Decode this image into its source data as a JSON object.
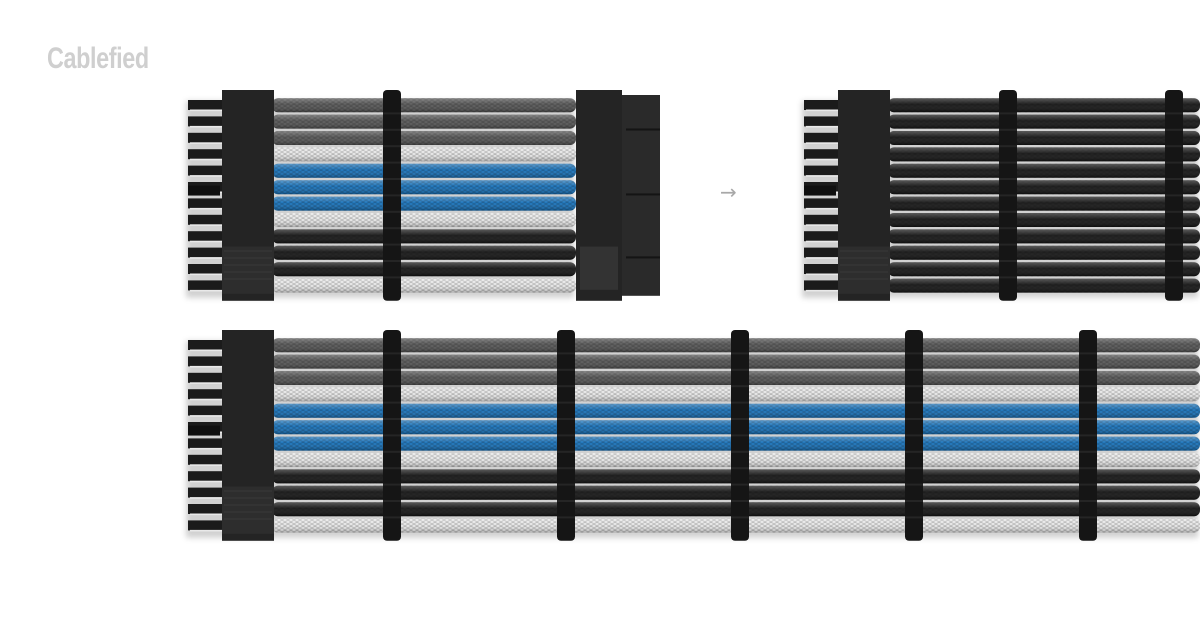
{
  "brand": {
    "logo_text": "Cablefied"
  },
  "separator": {
    "arrow_glyph": "→"
  },
  "colors": {
    "background": "#ffffff",
    "logo": "#cfcfcf",
    "connector": "#242424",
    "comb": "#151515",
    "pin": "#e9e9e9",
    "arrow": "#a8a8a8"
  },
  "sleeve_colors": {
    "dark_gray": "#555555",
    "white": "#e6e6e6",
    "blue": "#1670b8",
    "black": "#141414"
  },
  "color_scheme_wires": [
    "dark_gray",
    "dark_gray",
    "dark_gray",
    "white",
    "blue",
    "blue",
    "blue",
    "white",
    "black",
    "black",
    "black",
    "white"
  ],
  "all_black_wires": [
    "black",
    "black",
    "black",
    "black",
    "black",
    "black",
    "black",
    "black",
    "black",
    "black",
    "black",
    "black"
  ],
  "products": [
    {
      "name": "short-extension-color",
      "wire_count": 12,
      "comb_count": 1,
      "right_connector": true,
      "scheme": "color_scheme_wires"
    },
    {
      "name": "black-extension",
      "wire_count": 12,
      "comb_count": 2,
      "right_connector": false,
      "scheme": "all_black_wires"
    },
    {
      "name": "long-extension-color",
      "wire_count": 12,
      "comb_count": 5,
      "right_connector": false,
      "scheme": "color_scheme_wires"
    }
  ]
}
